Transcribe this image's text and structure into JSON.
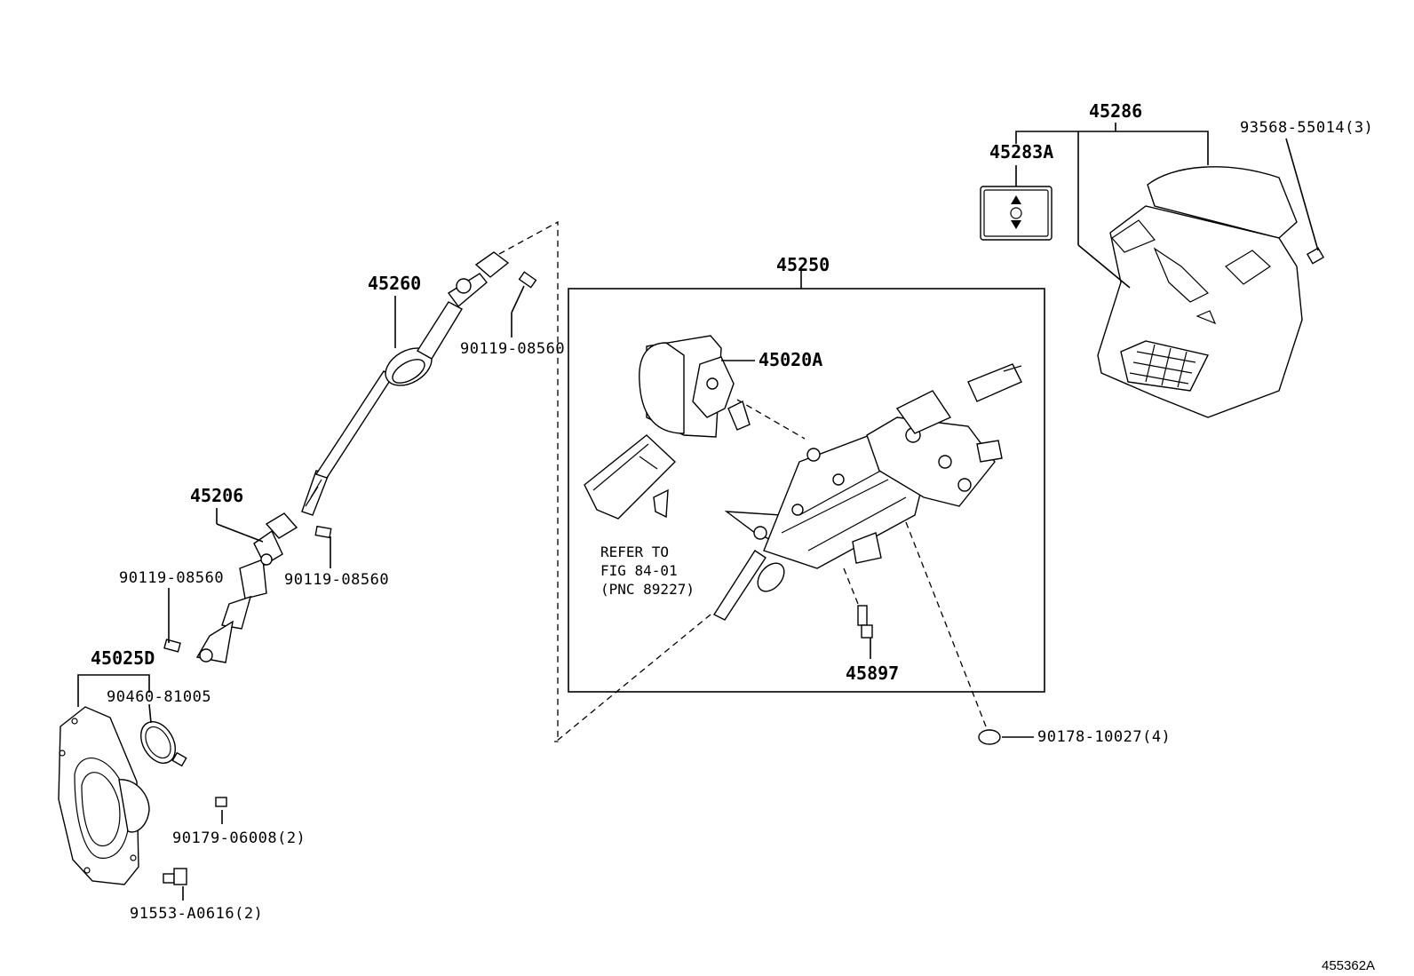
{
  "diagram": {
    "figure_id": "455362A",
    "groups": {
      "column_assembly": "45250",
      "column_cover": "45286",
      "hole_cover": "45025D"
    },
    "parts": {
      "p45260": "45260",
      "p45206": "45206",
      "p45283A": "45283A",
      "p45020A": "45020A",
      "p45897": "45897",
      "b1": "90119-08560",
      "b2": "90119-08560",
      "b3": "90119-08560",
      "p9046081005": "90460-81005",
      "p9017906008": "90179-06008(2)",
      "p91553": "91553-A0616(2)",
      "p9017810027": "90178-10027(4)",
      "p9356855014": "93568-55014(3)"
    },
    "refer": {
      "line1": "REFER TO",
      "line2": "FIG 84-01",
      "line3": "(PNC 89227)"
    }
  }
}
